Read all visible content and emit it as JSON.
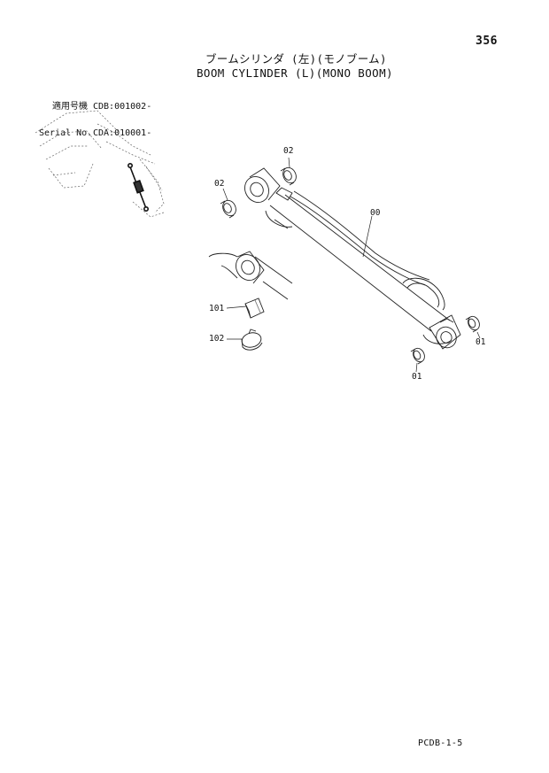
{
  "page_number": "356",
  "title_jp": "ブームシリンダ (左)(モノブーム)",
  "title_en": "BOOM CYLINDER (L)(MONO BOOM)",
  "serial": {
    "rows": [
      {
        "label": "適用号機",
        "value": "CDB:001002-"
      },
      {
        "label": "Serial No.",
        "value": "CDA:010001-"
      }
    ]
  },
  "callouts": {
    "c00": "00",
    "c01_right": "01",
    "c01_bottom": "01",
    "c02_top": "02",
    "c02_left": "02",
    "c101": "101",
    "c102": "102"
  },
  "footer_code": "PCDB-1-5"
}
